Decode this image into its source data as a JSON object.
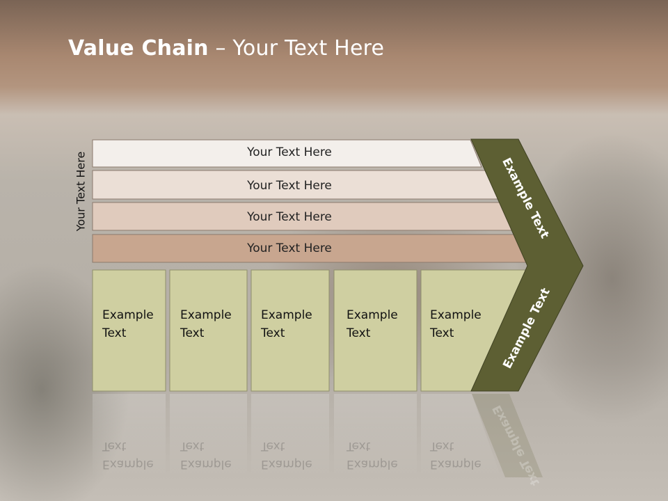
{
  "slide": {
    "title_bold": "Value Chain",
    "title_rest": " – Your Text Here",
    "side_label": "Your Text Here",
    "rows": [
      {
        "label": "Your Text Here",
        "color": "#f3efeb"
      },
      {
        "label": "Your Text Here",
        "color": "#ebdfd6"
      },
      {
        "label": "Your Text Here",
        "color": "#e0cbbd"
      },
      {
        "label": "Your Text Here",
        "color": "#c8a68f"
      }
    ],
    "boxes": [
      {
        "line1": "Example",
        "line2": "Text"
      },
      {
        "line1": "Example",
        "line2": "Text"
      },
      {
        "line1": "Example",
        "line2": "Text"
      },
      {
        "line1": "Example",
        "line2": "Text"
      },
      {
        "line1": "Example",
        "line2": "Text"
      }
    ],
    "box_color": "#cfcfa1",
    "chevron_color": "#5d5f33",
    "chevron_upper_text": "Example Text",
    "chevron_lower_text": "Example Text"
  }
}
